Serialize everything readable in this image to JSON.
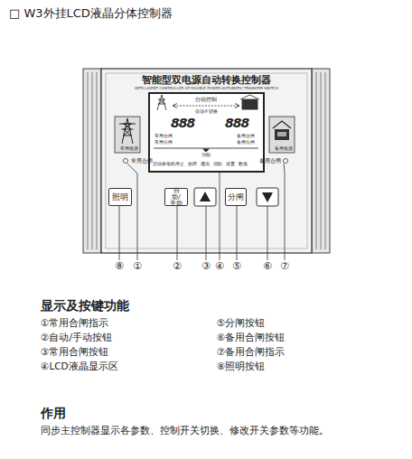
{
  "diagram": {
    "title": "□ W3外挂LCD液晶分体控制器",
    "nodes": [
      {
        "text": [
          "智能型双电源自动转换控制器",
          "INTELLIGENT CONTROLLER OF DOUBLE POWER AUTOMATIC TRANSFER SWITCH"
        ]
      },
      {
        "text": [
          "常用电源"
        ],
        "in": 0
      },
      {
        "text": [
          "照明"
        ],
        "in": 0
      },
      {
        "text": [
          "自动/手动"
        ],
        "in": 0
      },
      {
        "text": [
          "分闸"
        ],
        "in": 0
      },
      {
        "text": [
          "备用电源"
        ],
        "in": 0
      }
    ],
    "labels": [
      "常用合闸",
      "备用合闸",
      "自动控制",
      "自动不切换",
      "888",
      "888",
      "常用合闸",
      "常用分闸",
      "备用合闸",
      "备用分闸",
      "功能",
      "启动发电机停止",
      "故障",
      "通讯",
      "消防",
      "设置",
      "数值",
      "⑧",
      "①",
      "②",
      "③",
      "④",
      "⑤",
      "⑥",
      "⑦",
      "显示及按键功能",
      "①常用合闸指示",
      "②自动/手动按钮",
      "③常用合闸按钮",
      "④LCD液晶显示区",
      "⑤分闸按钮",
      "⑥备用合闸按钮",
      "⑦备用合闸指示",
      "⑧照明按钮",
      "作用",
      "同步主控制器显示各参数、控制开关切换、修改开关参数等功能。"
    ]
  }
}
